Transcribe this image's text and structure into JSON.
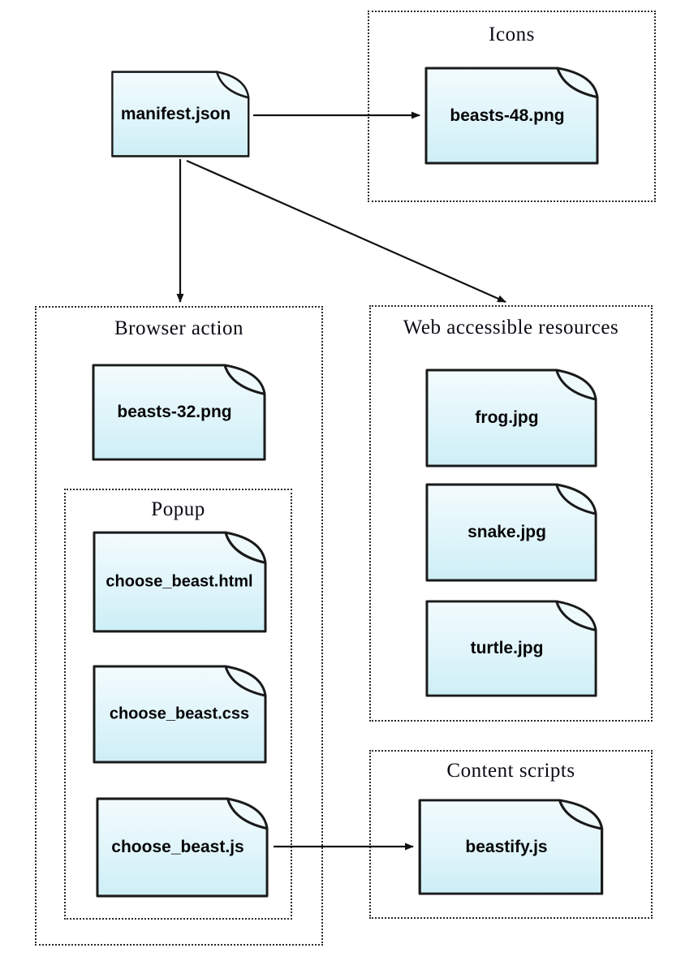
{
  "diagram": {
    "type": "webextension-file-structure",
    "root_file": {
      "label": "manifest.json"
    },
    "groups": {
      "icons": {
        "label": "Icons"
      },
      "browser_action": {
        "label": "Browser action"
      },
      "popup": {
        "label": "Popup"
      },
      "web_accessible": {
        "label": "Web accessible resources"
      },
      "content_scripts": {
        "label": "Content scripts"
      }
    },
    "files": {
      "beasts48": {
        "label": "beasts-48.png",
        "group": "Icons"
      },
      "beasts32": {
        "label": "beasts-32.png",
        "group": "Browser action"
      },
      "choose_beast_html": {
        "label": "choose_beast.html",
        "group": "Popup"
      },
      "choose_beast_css": {
        "label": "choose_beast.css",
        "group": "Popup"
      },
      "choose_beast_js": {
        "label": "choose_beast.js",
        "group": "Popup"
      },
      "frog": {
        "label": "frog.jpg",
        "group": "Web accessible resources"
      },
      "snake": {
        "label": "snake.jpg",
        "group": "Web accessible resources"
      },
      "turtle": {
        "label": "turtle.jpg",
        "group": "Web accessible resources"
      },
      "beastify": {
        "label": "beastify.js",
        "group": "Content scripts"
      }
    },
    "edges": [
      {
        "from": "manifest.json",
        "to": "beasts-48.png",
        "style": "arrow"
      },
      {
        "from": "manifest.json",
        "to": "Browser action",
        "style": "arrow"
      },
      {
        "from": "manifest.json",
        "to": "Web accessible resources",
        "style": "arrow"
      },
      {
        "from": "choose_beast.js",
        "to": "beastify.js",
        "style": "arrow"
      }
    ],
    "colors": {
      "background": "#ffffff",
      "file_fill_top": "#f1fbfd",
      "file_fill_bottom": "#cfeff7",
      "file_stroke": "#1a1a1a",
      "group_border": "#2a2a2a",
      "arrow": "#111111",
      "text": "#050508"
    }
  }
}
